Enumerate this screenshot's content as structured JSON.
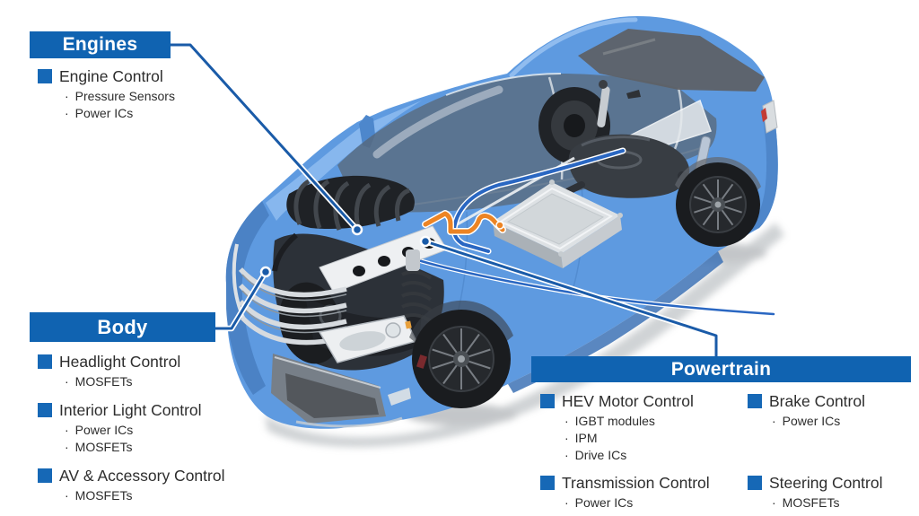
{
  "figure": {
    "subject": "hybrid-vehicle-cutaway-diagram",
    "car_body_color": "#5e9ae0",
    "header_blue": "#1063b1",
    "bullet_blue": "#1668b6",
    "leader_line_blue": "#1a5ba8",
    "cable_orange": "#ec8424",
    "cable_blue": "#2a67c2",
    "text_color": "#2d2d2d"
  },
  "panels": {
    "engines": {
      "title": "Engines",
      "items": [
        {
          "label": "Engine Control",
          "parts": [
            "Pressure Sensors",
            "Power ICs"
          ]
        }
      ]
    },
    "body": {
      "title": "Body",
      "items": [
        {
          "label": "Headlight Control",
          "parts": [
            "MOSFETs"
          ]
        },
        {
          "label": "Interior Light Control",
          "parts": [
            "Power ICs",
            "MOSFETs"
          ]
        },
        {
          "label": "AV & Accessory Control",
          "parts": [
            "MOSFETs"
          ]
        }
      ]
    },
    "powertrain": {
      "title": "Powertrain",
      "columns": [
        [
          {
            "label": "HEV Motor Control",
            "parts": [
              "IGBT modules",
              "IPM",
              "Drive ICs"
            ]
          },
          {
            "label": "Transmission Control",
            "parts": [
              "Power ICs"
            ]
          }
        ],
        [
          {
            "label": "Brake Control",
            "parts": [
              "Power ICs"
            ]
          },
          {
            "label": "Steering Control",
            "parts": [
              "MOSFETs"
            ]
          }
        ]
      ]
    }
  }
}
